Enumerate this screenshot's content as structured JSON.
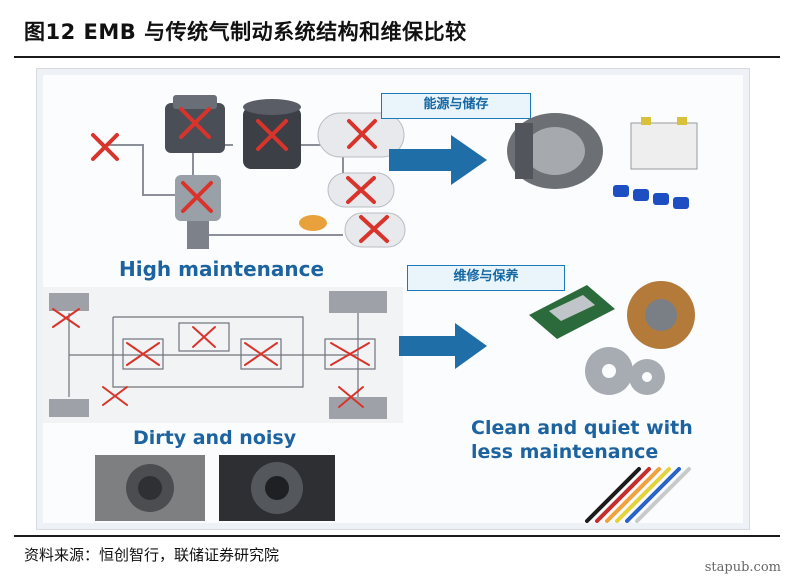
{
  "figure": {
    "title": "图12 EMB 与传统气制动系统结构和维保比较",
    "source": "资料来源：恒创智行，联储证券研究院",
    "watermark": "stapub.com"
  },
  "diagram": {
    "top_box_label": "能源与储存",
    "middle_box_label": "维修与保养",
    "high_maintenance": "High maintenance",
    "dirty_noisy": "Dirty and noisy",
    "clean_quiet_line1": "Clean and quiet with",
    "clean_quiet_line2": "less maintenance"
  },
  "colors": {
    "accent_blue": "#1c63a0",
    "arrow_blue": "#1f6ea8",
    "cross_red": "#d9342b"
  }
}
